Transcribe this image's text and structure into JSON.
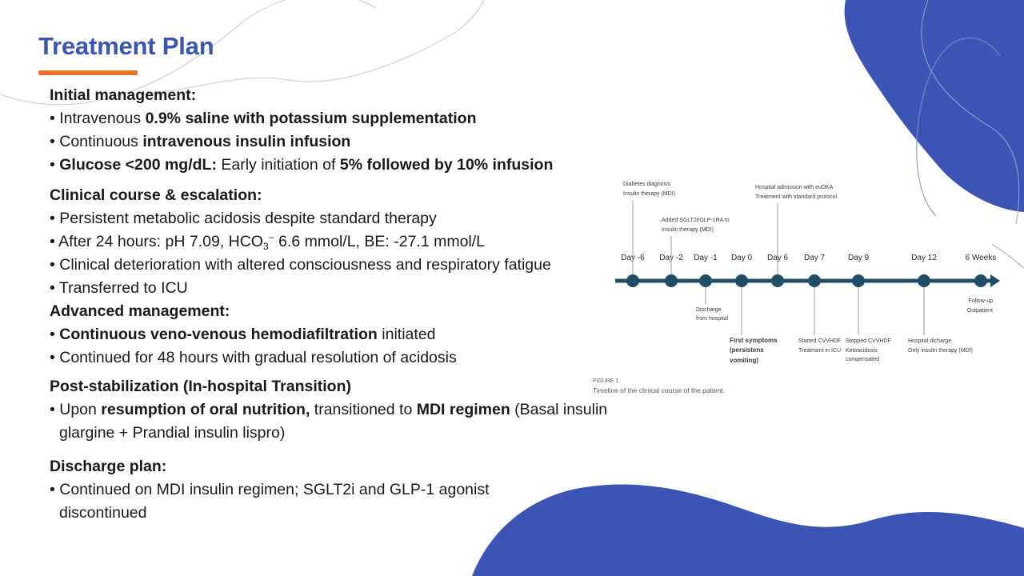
{
  "slide": {
    "title": "Treatment Plan",
    "colors": {
      "title": "#3a55b4",
      "accent_bar": "#e8732e",
      "blob": "#3a55b4",
      "timeline": "#1f4e66"
    }
  },
  "sections": {
    "initial": {
      "heading": "Initial management:",
      "b1": {
        "pre": "Intravenous ",
        "strong": "0.9% saline with potassium supplementation"
      },
      "b2": {
        "pre": "Continuous ",
        "strong": "intravenous insulin infusion"
      },
      "b3": {
        "strong1": "Glucose <200 mg/dL:",
        "mid": " Early initiation of ",
        "strong2": "5% followed by 10% infusion"
      }
    },
    "clinical": {
      "heading": "Clinical course & escalation:",
      "b1": "Persistent metabolic acidosis despite standard therapy",
      "b2": {
        "pre": "After 24 hours: pH 7.09, HCO",
        "sub": "3",
        "sup": "−",
        "post": " 6.6 mmol/L, BE: -27.1 mmol/L"
      },
      "b3": "Clinical deterioration with altered consciousness and respiratory fatigue",
      "b4": "Transferred to ICU"
    },
    "advanced": {
      "heading": "Advanced management:",
      "b1": {
        "strong": "Continuous veno-venous hemodiafiltration",
        "post": " initiated"
      },
      "b2": "Continued for 48 hours with gradual resolution of acidosis"
    },
    "post": {
      "heading": "Post-stabilization (In-hospital Transition)",
      "b1": {
        "pre": "Upon ",
        "strong1": "resumption of oral nutrition,",
        "mid": " transitioned to ",
        "strong2": "MDI regimen",
        "post": " (Basal insulin glargine + Prandial insulin lispro)"
      }
    },
    "discharge": {
      "heading": "Discharge plan:",
      "b1": "Continued on MDI insulin regimen; SGLT2i and GLP-1 agonist discontinued"
    }
  },
  "timeline": {
    "days": [
      {
        "label": "Day -6",
        "above": [
          "Diabetes diagnosis",
          "Insulin therapy (MDI)"
        ],
        "below": [],
        "bold": false
      },
      {
        "label": "Day -2",
        "above": [
          "Added SGLT2i/GLP-1RA to",
          "Insulin therapy (MDI)"
        ],
        "below": [],
        "bold": false
      },
      {
        "label": "Day -1",
        "above": [],
        "below": [
          "Discharge",
          "from hospital"
        ],
        "bold": false
      },
      {
        "label": "Day 0",
        "above": [],
        "below": [
          "First symptoms",
          "(persistens",
          "vomiting)"
        ],
        "bold": true
      },
      {
        "label": "Day 6",
        "above": [
          "Hospital admission with euDKA",
          "Treatment with standard protocol"
        ],
        "below": [],
        "bold": false
      },
      {
        "label": "Day 7",
        "above": [],
        "below": [
          "Started CVVHDF",
          "Treatment in ICU"
        ],
        "bold": false
      },
      {
        "label": "Day 9",
        "above": [],
        "below": [
          "Stopped CVVHDF",
          "Ketoacidosis",
          "compensated"
        ],
        "bold": false
      },
      {
        "label": "Day 12",
        "above": [],
        "below": [
          "Hospital dicharge",
          "Only insulin therapy (MDI)"
        ],
        "bold": false
      },
      {
        "label": "6 Weeks",
        "above": [],
        "below": [
          "Follow-up",
          "Outpatient"
        ],
        "bold": false
      }
    ],
    "figure_label": "FIGURE 1",
    "caption": "Timeline of the clinical course of the patient."
  }
}
